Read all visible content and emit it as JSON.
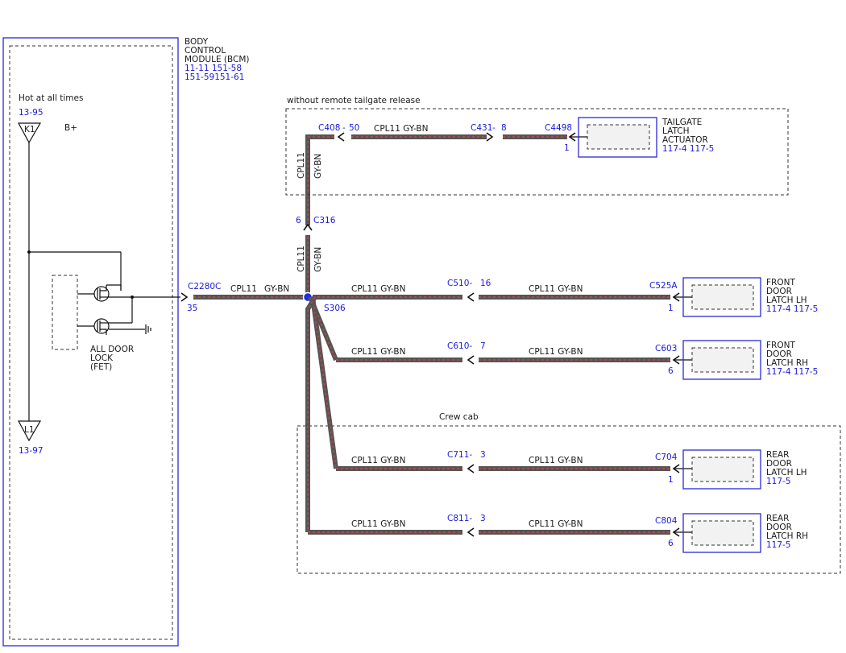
{
  "bcm": {
    "title_lines": [
      "BODY",
      "CONTROL",
      "MODULE (BCM)"
    ],
    "ref_line1": "11-11  151-58",
    "ref_line2": "151-59151-61",
    "hot_label": "Hot at all times",
    "hot_ref": "13-95",
    "k1_label": "K1",
    "bplus_label": "B+",
    "l1_label": "L1",
    "l1_ref": "13-97",
    "fet_lines": [
      "ALL DOOR",
      "LOCK",
      "(FET)"
    ],
    "connector": "C2280C",
    "pin": "35"
  },
  "splice": {
    "name": "S306"
  },
  "trunk": {
    "circuit": "CPL11",
    "color": "GY-BN"
  },
  "c316": {
    "connector": "C316",
    "pin": "6",
    "circuit": "CPL11",
    "color": "GY-BN"
  },
  "tailgate": {
    "group_label": "without remote tailgate release",
    "vert_circuit": "CPL11",
    "vert_color": "GY-BN",
    "c408": "C408",
    "c408_pin": "50",
    "mid_circuit": "CPL11  GY-BN",
    "c431": "C431",
    "c431_pin": "8",
    "c4498": "C4498",
    "c4498_pin": "1",
    "device_lines": [
      "TAILGATE",
      "LATCH",
      "ACTUATOR"
    ],
    "device_ref": "117-4 117-5"
  },
  "branches": [
    {
      "left_wire": "CPL11  GY-BN",
      "inline_conn": "C510-",
      "inline_pin": "16",
      "right_wire": "CPL11  GY-BN",
      "dev_conn": "C525A",
      "dev_pin": "1",
      "device_lines": [
        "FRONT",
        "DOOR",
        "LATCH LH"
      ],
      "device_ref": "117-4 117-5"
    },
    {
      "left_wire": "CPL11  GY-BN",
      "inline_conn": "C610-",
      "inline_pin": "7",
      "right_wire": "CPL11  GY-BN",
      "dev_conn": "C603",
      "dev_pin": "6",
      "device_lines": [
        "FRONT",
        "DOOR",
        "LATCH RH"
      ],
      "device_ref": "117-4 117-5"
    },
    {
      "left_wire": "CPL11  GY-BN",
      "inline_conn": "C711-",
      "inline_pin": "3",
      "right_wire": "CPL11  GY-BN",
      "dev_conn": "C704",
      "dev_pin": "1",
      "device_lines": [
        "REAR",
        "DOOR",
        "LATCH LH"
      ],
      "device_ref": "117-5"
    },
    {
      "left_wire": "CPL11  GY-BN",
      "inline_conn": "C811-",
      "inline_pin": "3",
      "right_wire": "CPL11  GY-BN",
      "dev_conn": "C804",
      "dev_pin": "6",
      "device_lines": [
        "REAR",
        "DOOR",
        "LATCH RH"
      ],
      "device_ref": "117-5"
    }
  ],
  "crew_cab": {
    "label": "Crew cab"
  }
}
